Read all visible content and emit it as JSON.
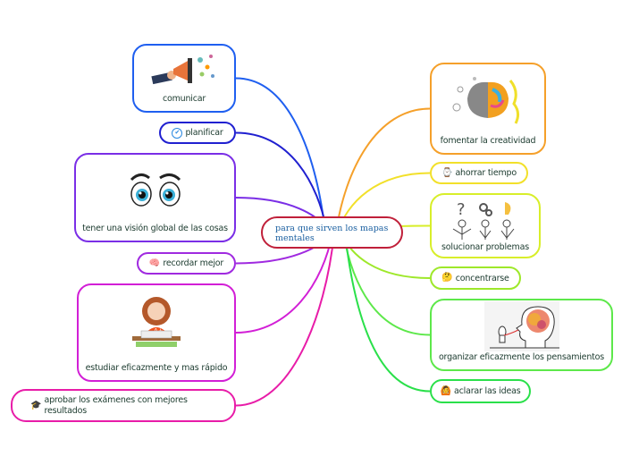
{
  "central": {
    "title": "para que sirven los mapas mentales",
    "color": "#c0203a"
  },
  "left_nodes": [
    {
      "id": "comunicar",
      "label": "comunicar",
      "image": "megaphone-illustration",
      "color": "#1f5ff0"
    },
    {
      "id": "planificar",
      "label": "planificar",
      "icon": "check-circle-icon",
      "glyph": "✔",
      "color": "#2020d0"
    },
    {
      "id": "vision",
      "label": "tener una visión global de las cosas",
      "image": "cartoon-eyes-illustration",
      "color": "#7a2ee6"
    },
    {
      "id": "recordar",
      "label": "recordar mejor",
      "icon": "brain-icon",
      "glyph": "🧠",
      "color": "#a02ae0"
    },
    {
      "id": "estudiar",
      "label": "estudiar eficazmente y mas rápido",
      "image": "studying-girl-illustration",
      "color": "#d21fd6"
    },
    {
      "id": "aprobar",
      "label": "aprobar los exámenes con mejores resultados",
      "icon": "graduate-icon",
      "glyph": "🎓",
      "color": "#e81ca8"
    }
  ],
  "right_nodes": [
    {
      "id": "creatividad",
      "label": "fomentar la creatividad",
      "image": "colorful-brain-illustration",
      "color": "#f5a02a"
    },
    {
      "id": "tiempo",
      "label": "ahorrar tiempo",
      "icon": "watch-icon",
      "glyph": "⌚",
      "color": "#f2e02a"
    },
    {
      "id": "problemas",
      "label": "solucionar problemas",
      "image": "thinking-figures-illustration",
      "color": "#d8ee2a"
    },
    {
      "id": "concentrarse",
      "label": "concentrarse",
      "icon": "thinking-face-icon",
      "glyph": "🤔",
      "color": "#9ee82a"
    },
    {
      "id": "pensamientos",
      "label": "organizar eficazmente los pensamientos",
      "image": "tangled-head-illustration",
      "color": "#5de84a"
    },
    {
      "id": "ideas",
      "label": "aclarar las ideas",
      "icon": "woman-gesturing-icon",
      "glyph": "🙆",
      "color": "#2ae04a"
    }
  ]
}
